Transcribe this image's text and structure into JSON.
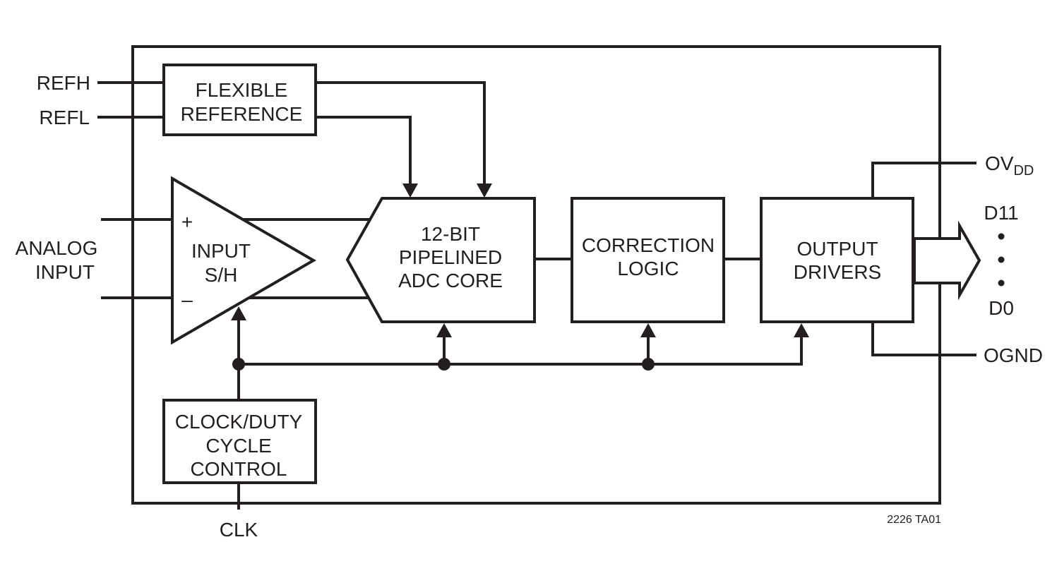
{
  "pins": {
    "refh": "REFH",
    "refl": "REFL",
    "analog_input": [
      "ANALOG",
      "INPUT"
    ],
    "clk": "CLK",
    "ovdd": {
      "main": "OV",
      "sub": "DD"
    },
    "d11": "D11",
    "d0": "D0",
    "ognd": "OGND"
  },
  "blocks": {
    "flexible_reference": [
      "FLEXIBLE",
      "REFERENCE"
    ],
    "input_sh": [
      "INPUT",
      "S/H"
    ],
    "adc_core": [
      "12-BIT",
      "PIPELINED",
      "ADC CORE"
    ],
    "correction_logic": [
      "CORRECTION",
      "LOGIC"
    ],
    "output_drivers": [
      "OUTPUT",
      "DRIVERS"
    ],
    "clock_control": [
      "CLOCK/DUTY",
      "CYCLE",
      "CONTROL"
    ]
  },
  "symbols": {
    "plus": "+",
    "minus": "–",
    "bus_dot": "•"
  },
  "figure_id": "2226 TA01",
  "colors": {
    "ink": "#231f20",
    "background": "#ffffff"
  }
}
